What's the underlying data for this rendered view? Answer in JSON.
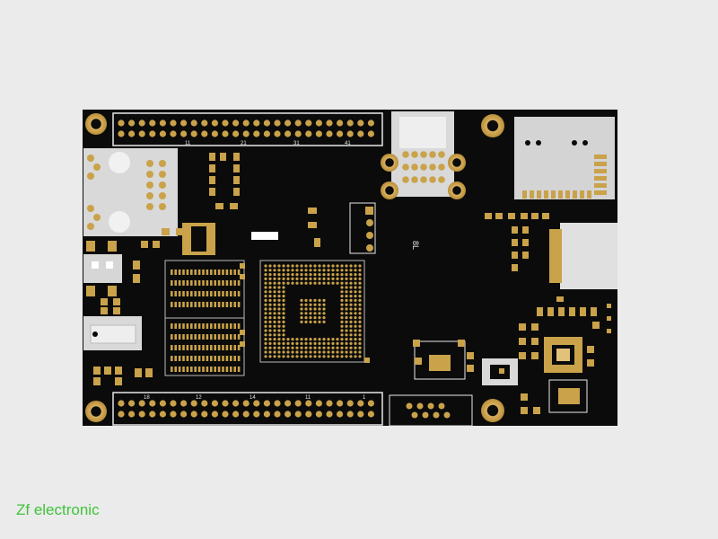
{
  "image": {
    "subject": "pcb-board",
    "colors": {
      "background": "#ebebeb",
      "board": "#0b0b0b",
      "gold": "#c9a24a",
      "gold_light": "#e2c27a",
      "silver": "#d9d9d9",
      "silkscreen": "#e8e8e8",
      "watermark": "#3fc33a"
    }
  },
  "silkscreen": {
    "top_header": [
      "11",
      "21",
      "31",
      "41"
    ],
    "bottom_header": [
      "18",
      "12",
      "14",
      "11",
      "1"
    ],
    "chip_marking": "8L"
  },
  "watermark": {
    "text": "Zf electronic"
  }
}
